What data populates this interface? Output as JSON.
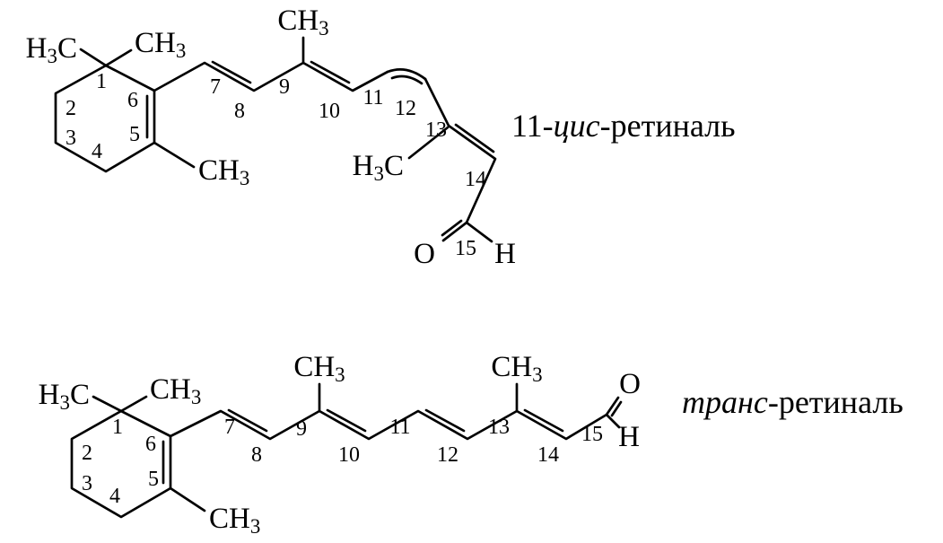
{
  "colors": {
    "background": "#ffffff",
    "ink": "#000000"
  },
  "titles": {
    "cis": {
      "pre": "11-",
      "italic": "цис",
      "post": "-ретиналь"
    },
    "trans": {
      "italic": "транс",
      "post": "-ретиналь"
    }
  },
  "glyphs": {
    "ch3_main": "CH",
    "ch3_sub": "3",
    "h3c_pre": "H",
    "h3c_sub": "3",
    "h3c_post": "C",
    "oxygen": "O",
    "hydrogen": "H"
  },
  "numbers": {
    "n1": "1",
    "n2": "2",
    "n3": "3",
    "n4": "4",
    "n5": "5",
    "n6": "6",
    "n7": "7",
    "n8": "8",
    "n9": "9",
    "n10": "10",
    "n11": "11",
    "n12": "12",
    "n13": "13",
    "n14": "14",
    "n15": "15"
  }
}
